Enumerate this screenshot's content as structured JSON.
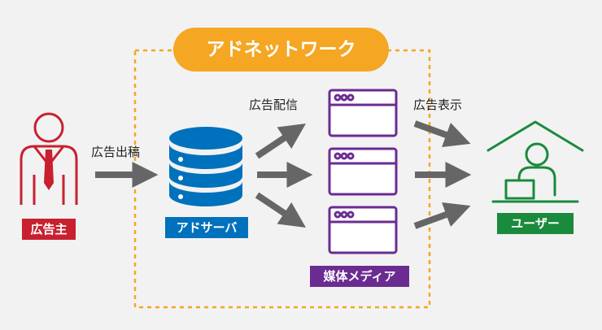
{
  "title": "アドネットワーク",
  "labels": {
    "advertiser": "広告主",
    "ad_server": "アドサーバ",
    "media": "媒体メディア",
    "user": "ユーザー",
    "submit": "広告出稿",
    "delivery": "広告配信",
    "display": "広告表示"
  },
  "colors": {
    "background": "#f2f2f2",
    "network": "#f5a623",
    "advertiser": "#c8202f",
    "ad_server": "#0071bc",
    "media": "#6a2c91",
    "user": "#1a8a3d",
    "arrow": "#666666"
  },
  "icons": {
    "advertiser": "businessman-icon",
    "ad_server": "database-icon",
    "media": "browser-window-icon",
    "user": "house-user-icon"
  }
}
